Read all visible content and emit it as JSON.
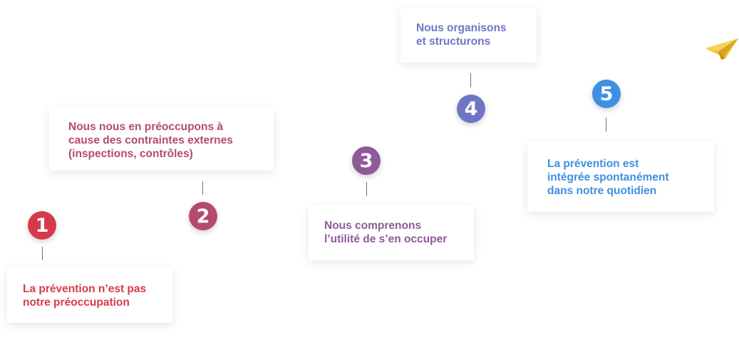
{
  "steps": [
    {
      "number": "1",
      "color": "#d63a4a",
      "lines": [
        "La prévention n’est pas",
        "notre préoccupation"
      ]
    },
    {
      "number": "2",
      "color": "#b44a6e",
      "lines": [
        "Nous nous en préoccupons à",
        "cause des contraintes externes",
        "(inspections, contrôles)"
      ]
    },
    {
      "number": "3",
      "color": "#8e5a97",
      "lines": [
        "Nous comprenons",
        "l’utilité de s’en occuper"
      ]
    },
    {
      "number": "4",
      "color": "#6d76c4",
      "lines": [
        "Nous organisons",
        "et structurons"
      ]
    },
    {
      "number": "5",
      "color": "#3f8fe2",
      "lines": [
        "La prévention est",
        "intégrée spontanément",
        "dans notre quotidien"
      ]
    }
  ],
  "icon": {
    "name": "paper-plane-icon",
    "color": "#f2c232"
  }
}
